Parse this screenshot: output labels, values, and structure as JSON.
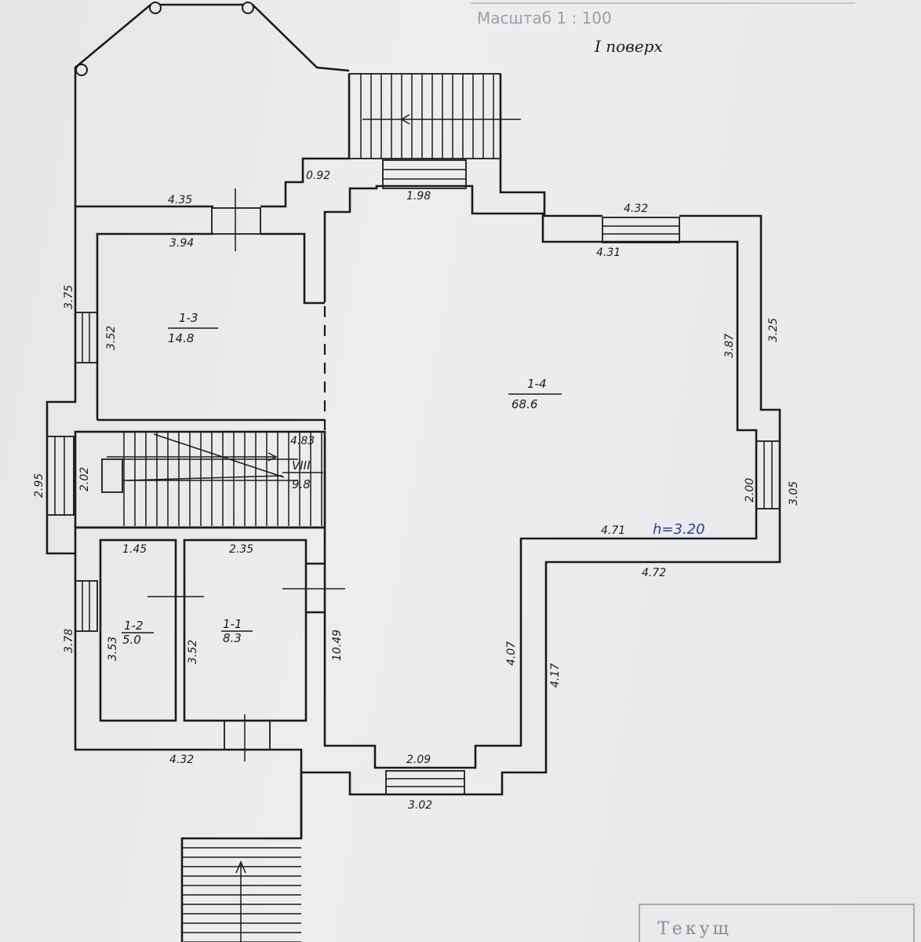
{
  "header": {
    "scale_label": "Масштаб 1 : 100",
    "floor_label": "I поверх"
  },
  "rooms": [
    {
      "id": "room-1",
      "number": "1-1",
      "area": "8.3"
    },
    {
      "id": "room-2",
      "number": "1-2",
      "area": "5.0"
    },
    {
      "id": "room-3",
      "number": "1-3",
      "area": "14.8"
    },
    {
      "id": "room-4",
      "number": "1-4",
      "area": "68.6"
    },
    {
      "id": "room-viii",
      "number": "VIII",
      "area": "9.8"
    }
  ],
  "dimensions": {
    "d092": "0.92",
    "d198": "1.98",
    "d435": "4.35",
    "d394": "3.94",
    "d432top": "4.32",
    "d431": "4.31",
    "d375": "3.75",
    "d352a": "3.52",
    "d387": "3.87",
    "d325": "3.25",
    "d483": "4.83",
    "d295": "2.95",
    "d202": "2.02",
    "d200": "2.00",
    "d305": "3.05",
    "d471": "4.71",
    "d472": "4.72",
    "d145": "1.45",
    "d235": "2.35",
    "d378": "3.78",
    "d353": "3.53",
    "d352b": "3.52",
    "d1049": "10.49",
    "d407": "4.07",
    "d417": "4.17",
    "d432bot": "4.32",
    "d209": "2.09",
    "d302": "3.02"
  },
  "height_note": "h=3.20",
  "stamp_text": "Текущ"
}
